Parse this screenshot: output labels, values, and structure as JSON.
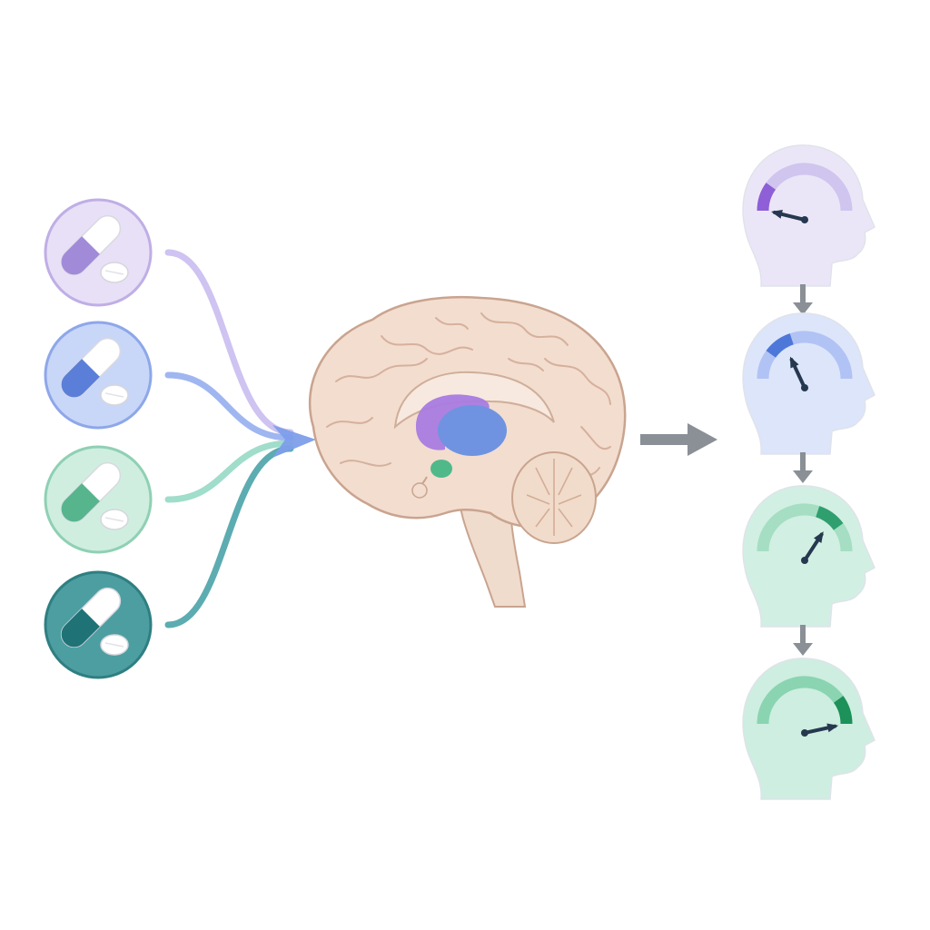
{
  "colors": {
    "background": "#ffffff",
    "arrow_gray": "#8a9096",
    "brain_fill": "#f2dccd",
    "brain_outline": "#c9a48f",
    "thalamus": "#6f93e0",
    "striatum": "#a97be0",
    "hippocampus": "#4fb98a"
  },
  "medications": [
    {
      "name": "pill-purple",
      "ring": "#bfaee6",
      "bg": "#e8e0f6",
      "capsule": "#a18bd8",
      "flow": "#c6b8ee"
    },
    {
      "name": "pill-blue",
      "ring": "#8ea7ea",
      "bg": "#c8d6f8",
      "capsule": "#5b7fd9",
      "flow": "#8fa9ee"
    },
    {
      "name": "pill-mint",
      "ring": "#8fd0b4",
      "bg": "#cfeee0",
      "capsule": "#57b58e",
      "flow": "#8fd7c2"
    },
    {
      "name": "pill-teal",
      "ring": "#2f7f82",
      "bg": "#4c9ea1",
      "capsule": "#1f7376",
      "flow": "#3f9ea3"
    }
  ],
  "outcomes": [
    {
      "name": "head-purple",
      "head": "#ebe6f7",
      "arc": "#b8a9e8",
      "active": "#8e5fd7",
      "level": 0.08
    },
    {
      "name": "head-blue",
      "head": "#dce5fa",
      "arc": "#8ea8ee",
      "active": "#4d78d9",
      "level": 0.38
    },
    {
      "name": "head-mint",
      "head": "#d2efe3",
      "arc": "#7fcfa9",
      "active": "#2f9f6f",
      "level": 0.72
    },
    {
      "name": "head-green",
      "head": "#cdeee0",
      "arc": "#54c08b",
      "active": "#1c9159",
      "level": 0.98
    }
  ]
}
